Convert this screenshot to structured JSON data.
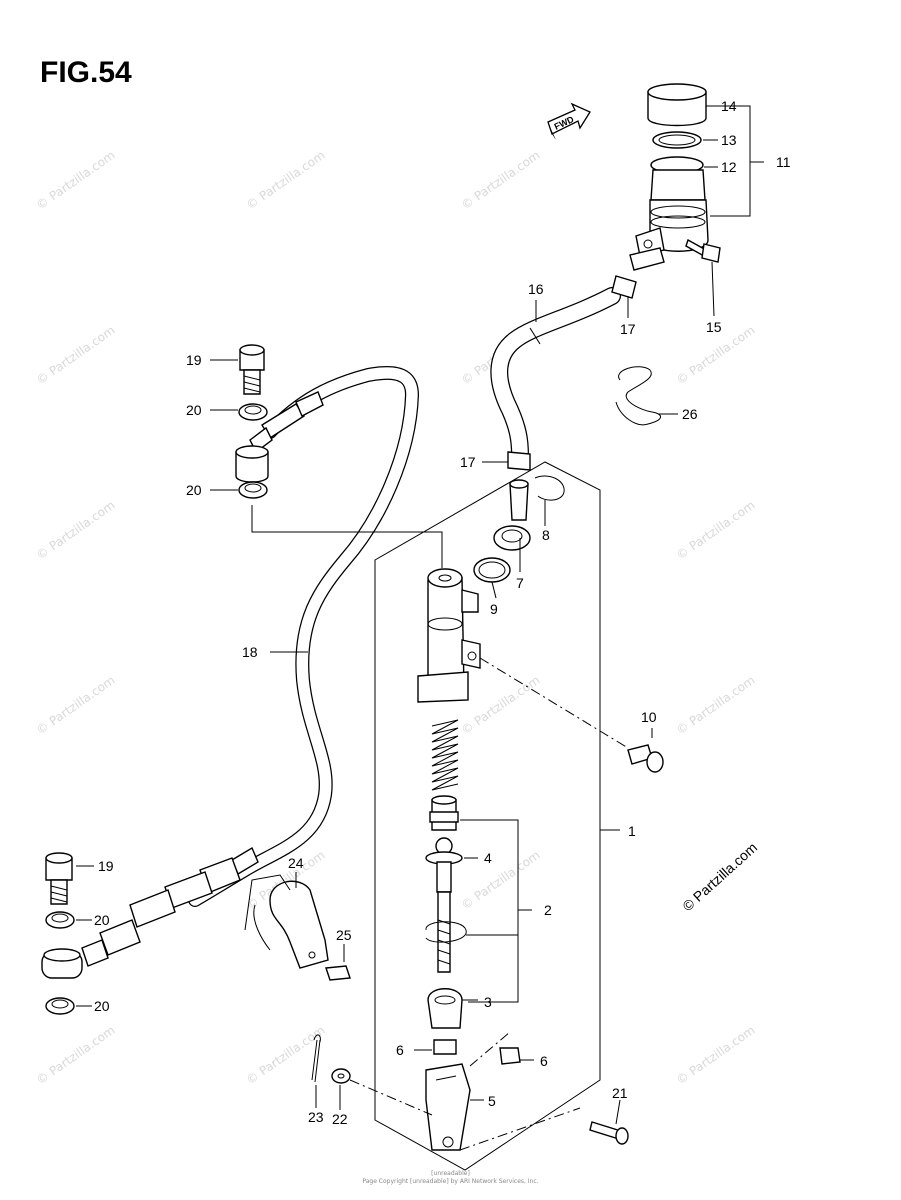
{
  "figure": {
    "title": "FIG.54",
    "fwd_label": "FWD",
    "watermark": "© Partzilla.com",
    "side_watermark": "© Partzilla.com",
    "footer_line1": "[unreadable]",
    "footer_line2": "Page Copyright [unreadable] by ARI Network Services, Inc."
  },
  "callouts": [
    {
      "id": "c1",
      "text": "1"
    },
    {
      "id": "c2",
      "text": "2"
    },
    {
      "id": "c3",
      "text": "3"
    },
    {
      "id": "c4",
      "text": "4"
    },
    {
      "id": "c5",
      "text": "5"
    },
    {
      "id": "c6a",
      "text": "6"
    },
    {
      "id": "c6b",
      "text": "6"
    },
    {
      "id": "c7",
      "text": "7"
    },
    {
      "id": "c8",
      "text": "8"
    },
    {
      "id": "c9",
      "text": "9"
    },
    {
      "id": "c10",
      "text": "10"
    },
    {
      "id": "c11",
      "text": "11"
    },
    {
      "id": "c12",
      "text": "12"
    },
    {
      "id": "c13",
      "text": "13"
    },
    {
      "id": "c14",
      "text": "14"
    },
    {
      "id": "c15",
      "text": "15"
    },
    {
      "id": "c16",
      "text": "16"
    },
    {
      "id": "c17a",
      "text": "17"
    },
    {
      "id": "c17b",
      "text": "17"
    },
    {
      "id": "c18",
      "text": "18"
    },
    {
      "id": "c19a",
      "text": "19"
    },
    {
      "id": "c19b",
      "text": "19"
    },
    {
      "id": "c20a",
      "text": "20"
    },
    {
      "id": "c20b",
      "text": "20"
    },
    {
      "id": "c20c",
      "text": "20"
    },
    {
      "id": "c20d",
      "text": "20"
    },
    {
      "id": "c21",
      "text": "21"
    },
    {
      "id": "c22",
      "text": "22"
    },
    {
      "id": "c23",
      "text": "23"
    },
    {
      "id": "c24",
      "text": "24"
    },
    {
      "id": "c25",
      "text": "25"
    },
    {
      "id": "c26",
      "text": "26"
    }
  ]
}
